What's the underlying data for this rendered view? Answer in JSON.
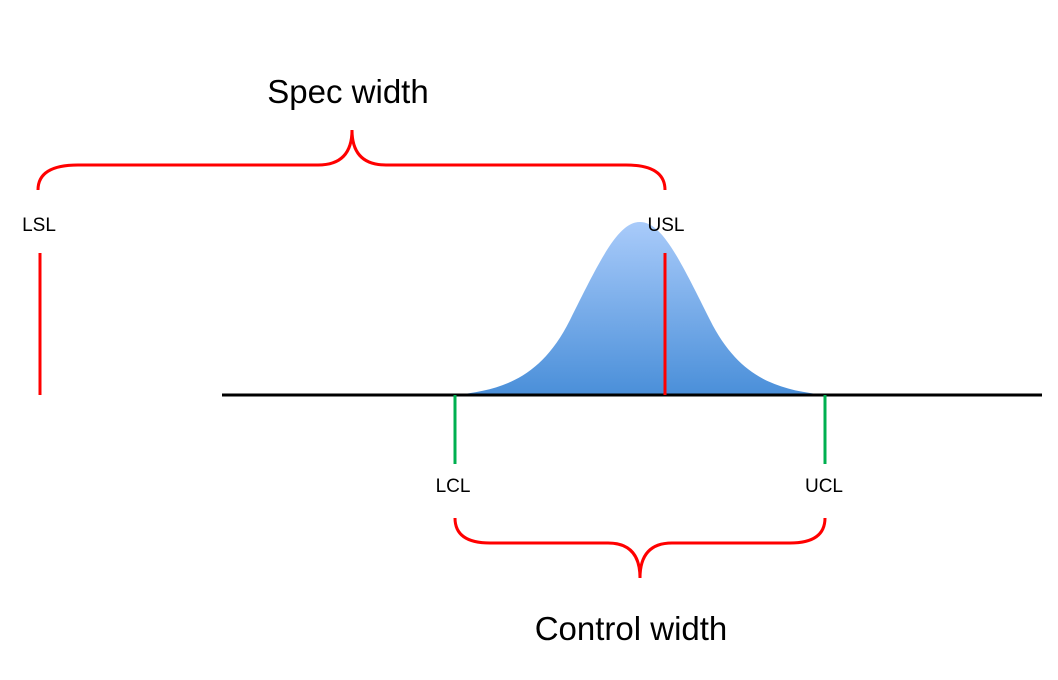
{
  "labels": {
    "spec_width": "Spec width",
    "control_width": "Control width",
    "lsl": "LSL",
    "usl": "USL",
    "lcl": "LCL",
    "ucl": "UCL"
  },
  "colors": {
    "spec_limit": "#ff0000",
    "control_limit": "#00b050",
    "axis": "#000000",
    "curve_top": "#a9cbfa",
    "curve_bottom": "#4a8fd9"
  }
}
